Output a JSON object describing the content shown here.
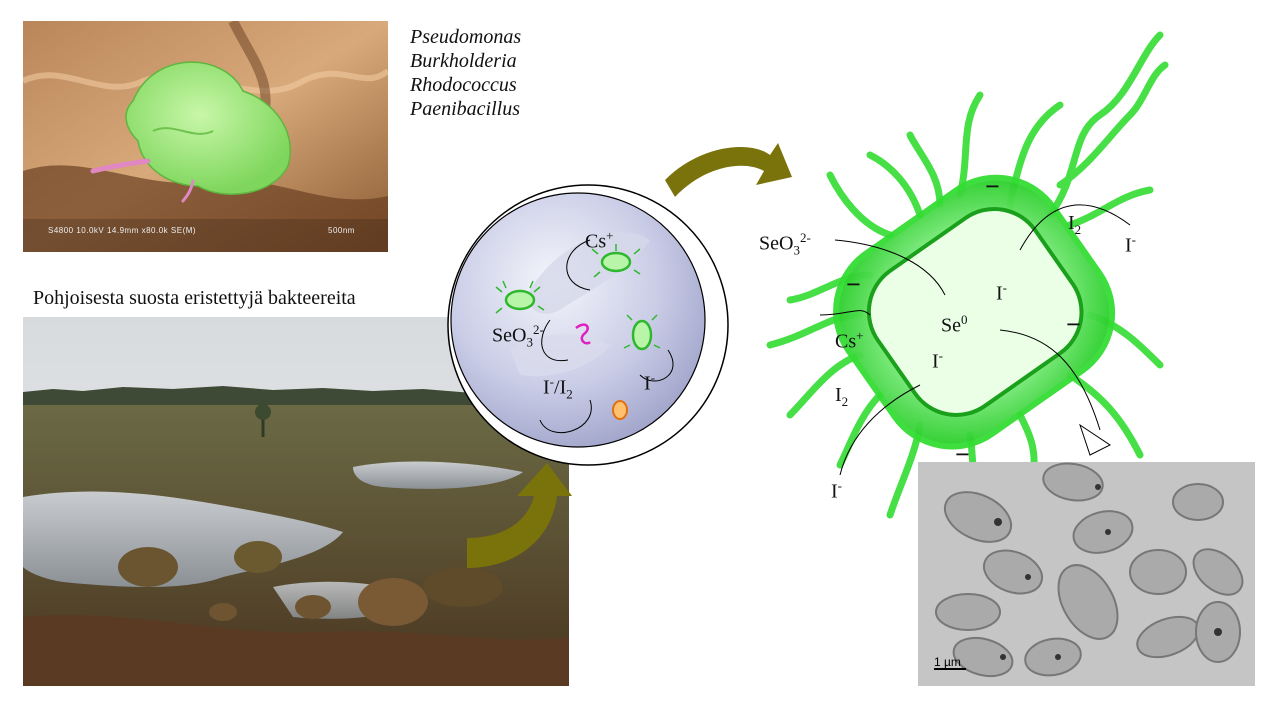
{
  "genera": [
    "Pseudomonas",
    "Burkholderia",
    "Rhodococcus",
    "Paenibacillus"
  ],
  "caption": "Pohjoisesta suosta eristettyjä bakteereita",
  "sem": {
    "info": "S4800 10.0kV 14.9mm x80.0k SE(M)",
    "scale": "500nm"
  },
  "tem": {
    "scale": "1 µm"
  },
  "sphere": {
    "cs": {
      "base": "Cs",
      "sup": "+"
    },
    "seo3": {
      "base": "SeO",
      "sub": "3",
      "sup": "2-"
    },
    "iodide": {
      "base": "I",
      "sup": "-"
    },
    "iodine_pair": {
      "a": "I",
      "a_sup": "-",
      "sep": "/I",
      "sub": "2"
    }
  },
  "cell": {
    "seo3": {
      "base": "SeO",
      "sub": "3",
      "sup": "2-"
    },
    "i2_top": {
      "base": "I",
      "sub": "2"
    },
    "i_top": {
      "base": "I",
      "sup": "-"
    },
    "i_inner": {
      "base": "I",
      "sup": "-"
    },
    "se0": {
      "base": "Se",
      "sup": "0"
    },
    "cs": {
      "base": "Cs",
      "sup": "+"
    },
    "i_inner2": {
      "base": "I",
      "sup": "-"
    },
    "i2_left": {
      "base": "I",
      "sub": "2"
    },
    "i_bottom": {
      "base": "I",
      "sup": "-"
    },
    "charge": "−"
  },
  "colors": {
    "arrow": "#7a720a",
    "cell_green": "#33dd33",
    "sphere": "#c9cce6"
  }
}
